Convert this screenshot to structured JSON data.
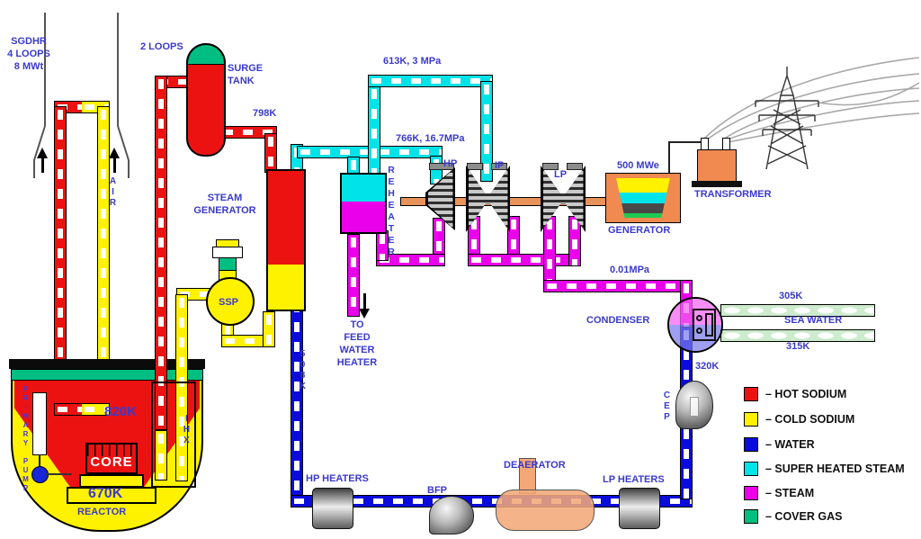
{
  "diagram": {
    "sgdhr": {
      "line1": "SGDHR",
      "line2": "4 LOOPS",
      "line3": "8 MWt",
      "air": "AIR"
    },
    "primary": {
      "loops": "2 LOOPS",
      "surge_line1": "SURGE",
      "surge_line2": "TANK",
      "temp_to_sg": "798K",
      "pump": "PRIMARY PUMP",
      "ihx": "IHX",
      "pool_temp": "820K",
      "cold_temp": "670K",
      "reactor": "REACTOR",
      "core": "CORE"
    },
    "secondary": {
      "sg_line1": "STEAM",
      "sg_line2": "GENERATOR",
      "ssp": "SSP"
    },
    "steam": {
      "main_steam": "766K, 16.7MPa",
      "reheat_steam": "613K, 3 MPa",
      "reheater": "REHEATER",
      "hp": "HP",
      "ip": "IP",
      "lp": "LP",
      "exhaust_pressure": "0.01MPa",
      "fwh_line1": "TO",
      "fwh_line2": "FEED",
      "fwh_line3": "WATER",
      "fwh_line4": "HEATER"
    },
    "water": {
      "feed_temp": "508K",
      "condensate_temp": "320K",
      "cep": "CEP",
      "hp_heaters": "HP HEATERS",
      "bfp": "BFP",
      "deaerator": "DEAERATOR",
      "lp_heaters": "LP HEATERS",
      "condenser": "CONDENSER"
    },
    "seawater": {
      "inlet_temp": "305K",
      "label": "SEA WATER",
      "outlet_temp": "315K"
    },
    "power": {
      "rating": "500 MWe",
      "generator": "GENERATOR",
      "transformer": "TRANSFORMER"
    }
  },
  "legend": {
    "items": [
      {
        "label": "– HOT SODIUM",
        "color": "#EC1212"
      },
      {
        "label": "– COLD SODIUM",
        "color": "#FFF200"
      },
      {
        "label": "– WATER",
        "color": "#0B0BDC"
      },
      {
        "label": "– SUPER HEATED STEAM",
        "color": "#00E3E8"
      },
      {
        "label": "– STEAM",
        "color": "#EA00EA"
      },
      {
        "label": "– COVER GAS",
        "color": "#00BE82"
      }
    ]
  }
}
